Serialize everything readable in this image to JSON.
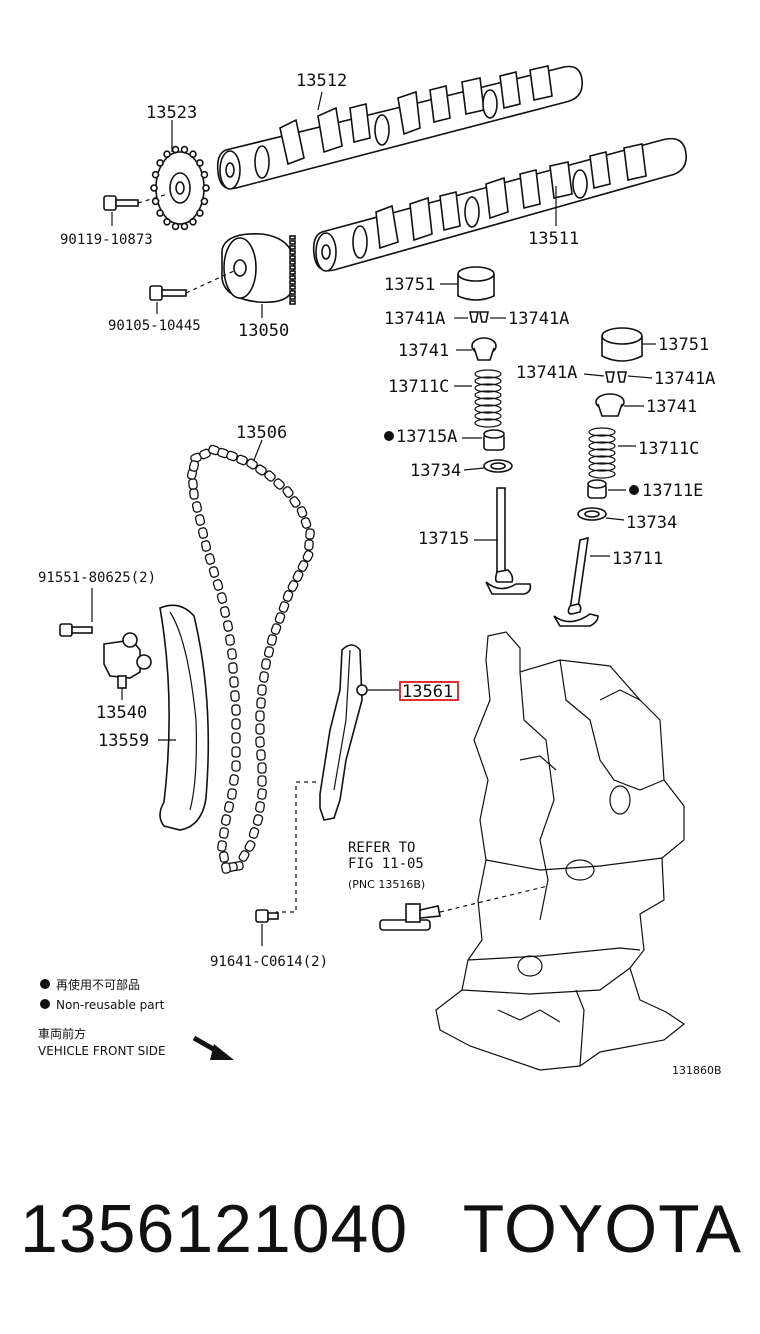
{
  "diagram": {
    "labels": {
      "camshaft_exhaust": "13512",
      "cam_sprocket": "13523",
      "bolt_sprocket": "90119-10873",
      "camshaft_intake": "13511",
      "vvt_gear": "13050",
      "bolt_vvt": "90105-10445",
      "lifter_left": "13751",
      "keeper_left_a": "13741A",
      "keeper_left_b": "13741A",
      "retainer_left": "13741",
      "spring_left": "13711C",
      "seal_left": "13715A",
      "seat_left": "13734",
      "valve_left": "13715",
      "lifter_right": "13751",
      "keeper_right_a": "13741A",
      "keeper_right_b": "13741A",
      "retainer_right": "13741",
      "spring_right": "13711C",
      "seal_right": "13711E",
      "seat_right": "13734",
      "valve_right": "13711",
      "chain": "13506",
      "bolt_tensioner": "91551-80625(2)",
      "tensioner": "13540",
      "slipper": "13559",
      "guide_highlighted": "13561",
      "bolt_guide": "91641-C0614(2)",
      "refer_line1": "REFER TO",
      "refer_line2": "FIG 11-05",
      "refer_line3": "(PNC 13516B)"
    },
    "legend": {
      "nonreusable_jp": "再使用不可部品",
      "nonreusable_en": "Non-reusable part",
      "front_jp": "車両前方",
      "front_en": "VEHICLE FRONT SIDE"
    },
    "figure_code": "131860B",
    "highlight_color": "#e03030"
  },
  "footer": {
    "part_number": "1356121040",
    "brand": "TOYOTA"
  }
}
